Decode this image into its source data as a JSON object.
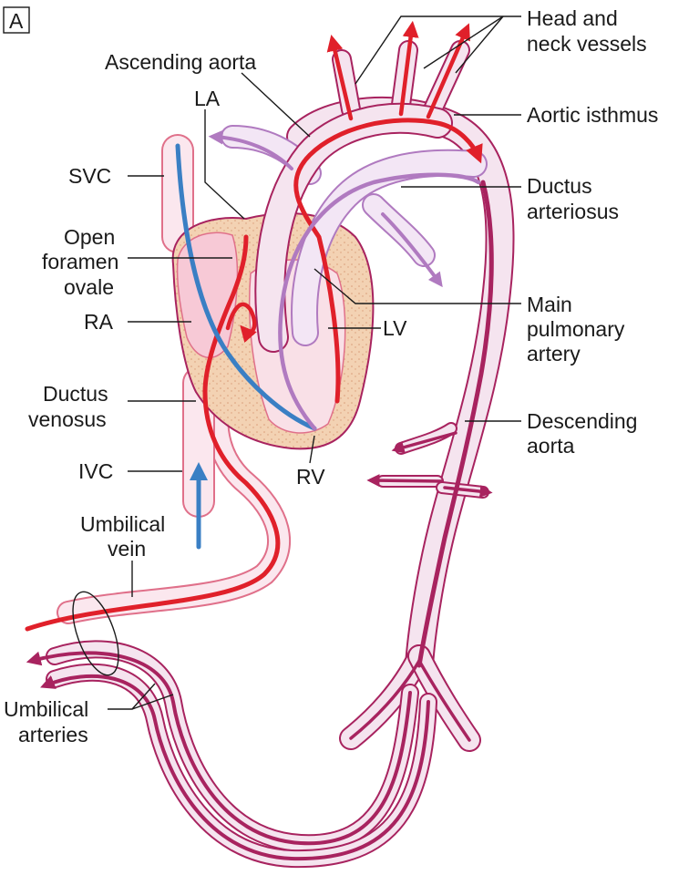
{
  "panel_label": "A",
  "labels": {
    "head_neck_1": "Head and",
    "head_neck_2": "neck vessels",
    "ascending_aorta": "Ascending aorta",
    "la": "LA",
    "aortic_isthmus": "Aortic isthmus",
    "svc": "SVC",
    "ductus_arteriosus_1": "Ductus",
    "ductus_arteriosus_2": "arteriosus",
    "open_foramen_1": "Open",
    "open_foramen_2": "foramen",
    "open_foramen_3": "ovale",
    "main_pulm_1": "Main",
    "main_pulm_2": "pulmonary",
    "main_pulm_3": "artery",
    "ra": "RA",
    "lv": "LV",
    "ductus_venosus_1": "Ductus",
    "ductus_venosus_2": "venosus",
    "descending_aorta_1": "Descending",
    "descending_aorta_2": "aorta",
    "ivc": "IVC",
    "rv": "RV",
    "umbilical_vein_1": "Umbilical",
    "umbilical_vein_2": "vein",
    "umbilical_arteries_1": "Umbilical",
    "umbilical_arteries_2": "arteries"
  },
  "colors": {
    "oxygenated": "#e0202a",
    "deoxygenated": "#3a7fc4",
    "mixed": "#a8235f",
    "pulmonary": "#b07ac0",
    "vessel_fill": "#f5dcea",
    "vessel_outline": "#a8235f",
    "myocardium": "#f3d2b3"
  }
}
